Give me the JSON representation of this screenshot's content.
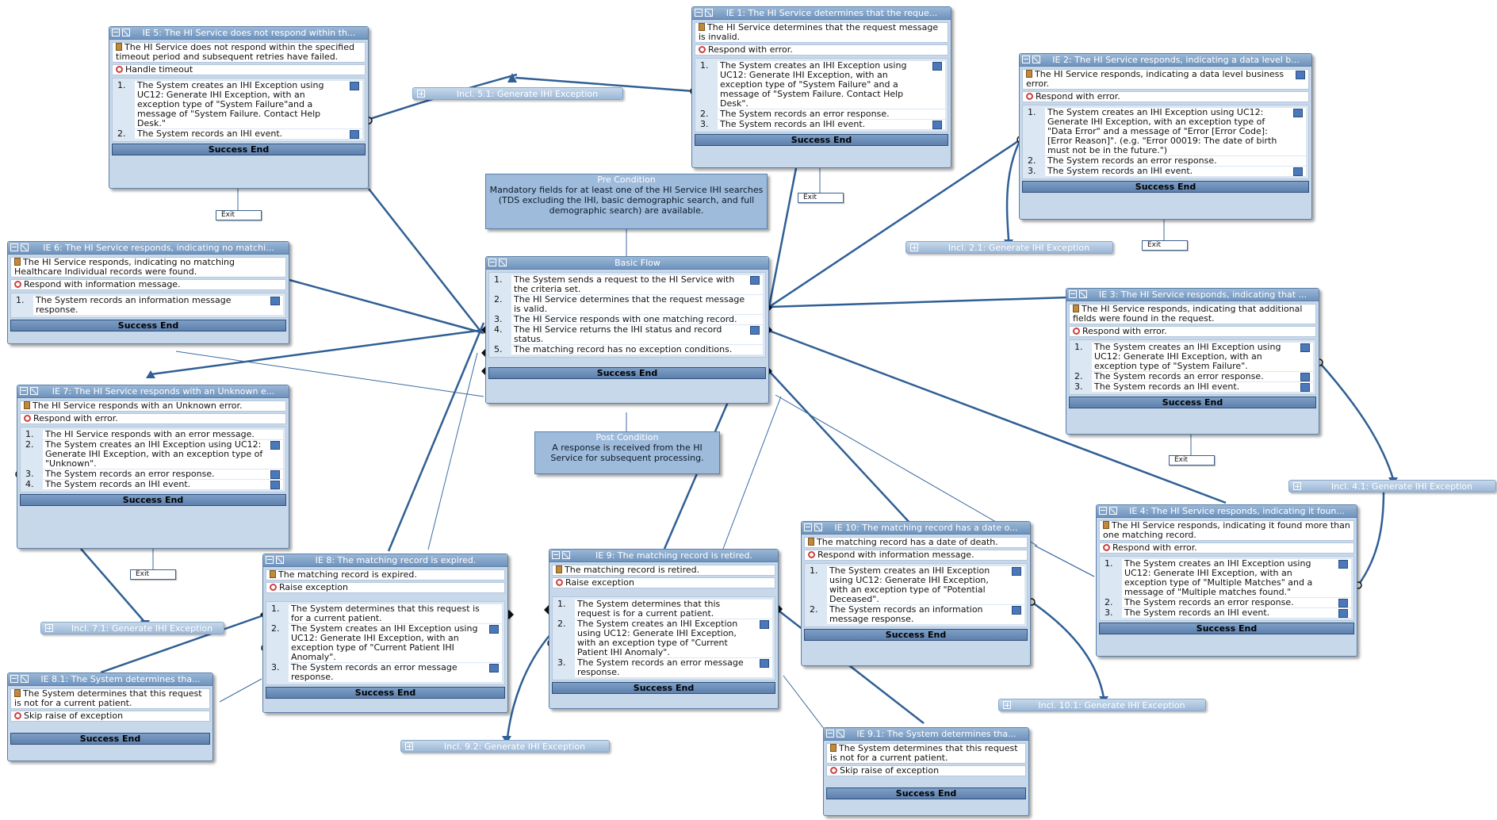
{
  "colors": {
    "frame": "#5b7fa8",
    "panel": "#c7d8eb",
    "title_bar": "#7a9cc4",
    "link": "#2f5f95"
  },
  "common": {
    "success_end": "Success End",
    "exit": "Exit"
  },
  "pre_condition": {
    "title": "Pre Condition",
    "text": "Mandatory fields for at least one of the HI Service IHI searches (TDS excluding the IHI, basic demographic search, and full demographic search) are available."
  },
  "basic_flow": {
    "title": "Basic Flow",
    "steps": [
      {
        "num": "1.",
        "text": "The System sends a request to the HI Service with the criteria set."
      },
      {
        "num": "2.",
        "text": "The HI Service determines that the request message is valid."
      },
      {
        "num": "3.",
        "text": "The HI Service responds with one matching record."
      },
      {
        "num": "4.",
        "text": "The HI Service returns the IHI status and record status."
      },
      {
        "num": "5.",
        "text": "The matching record has no exception conditions."
      }
    ]
  },
  "post_condition": {
    "title": "Post Condition",
    "text": "A response is received from the HI Service for subsequent processing."
  },
  "ie1": {
    "title": "IE 1: The HI Service determines that the reque...",
    "trigger": "The HI Service determines that the request message is invalid.",
    "response": "Respond with error.",
    "steps": [
      {
        "num": "1.",
        "text": "The System creates an IHI Exception using UC12: Generate IHI Exception, with an exception type of \"System Failure\" and a message of \"System Failure.  Contact Help Desk\"."
      },
      {
        "num": "2.",
        "text": "The System records an error response."
      },
      {
        "num": "3.",
        "text": "The System records an IHI event."
      }
    ]
  },
  "ie2": {
    "title": "IE 2: The HI Service responds, indicating a data level b...",
    "trigger": "The HI Service responds, indicating a data level business error.",
    "response": "Respond with error.",
    "steps": [
      {
        "num": "1.",
        "text": "The System creates an IHI Exception using UC12: Generate IHI Exception, with an exception type of \"Data Error\" and a message of \"Error [Error Code]: [Error Reason]\". (e.g. \"Error 00019: The date of birth must not be in the future.\")"
      },
      {
        "num": "2.",
        "text": "The System records an error response."
      },
      {
        "num": "3.",
        "text": "The System records an IHI event."
      }
    ]
  },
  "ie3": {
    "title": "IE 3: The HI Service responds, indicating that ...",
    "trigger": "The HI Service responds, indicating that additional fields were found in the request.",
    "response": "Respond with error.",
    "steps": [
      {
        "num": "1.",
        "text": "The System creates an IHI Exception using UC12: Generate IHI Exception, with an exception type of \"System Failure\"."
      },
      {
        "num": "2.",
        "text": "The System records an error response."
      },
      {
        "num": "3.",
        "text": "The System records an IHI event."
      }
    ]
  },
  "ie4": {
    "title": "IE 4: The HI Service responds, indicating it foun...",
    "trigger": "The HI Service responds, indicating it found more than one matching record.",
    "response": "Respond with error.",
    "steps": [
      {
        "num": "1.",
        "text": "The System creates an IHI Exception using UC12: Generate IHI Exception, with an exception type of \"Multiple Matches\" and a message of \"Multiple matches found.\""
      },
      {
        "num": "2.",
        "text": "The System records an error response."
      },
      {
        "num": "3.",
        "text": "The System records an IHI event."
      }
    ]
  },
  "ie5": {
    "title": "IE 5: The HI Service does not respond within th...",
    "trigger": "The HI Service does not respond within the specified timeout period and subsequent retries have failed.",
    "response": "Handle timeout",
    "steps": [
      {
        "num": "1.",
        "text": "The System creates an IHI Exception  using UC12: Generate IHI Exception, with an exception type of \"System Failure\"and a message of \"System Failure.  Contact Help Desk.\""
      },
      {
        "num": "2.",
        "text": "The System records an IHI event."
      }
    ]
  },
  "ie6": {
    "title": "IE 6: The HI Service responds, indicating no matchi...",
    "trigger": "The HI Service responds, indicating no matching Healthcare Individual records were found.",
    "response": "Respond with information message.",
    "steps": [
      {
        "num": "1.",
        "text": "The System records an information message response."
      }
    ]
  },
  "ie7": {
    "title": "IE 7: The HI Service responds with an Unknown e...",
    "trigger": "The HI Service responds with an Unknown error.",
    "response": "Respond with error.",
    "steps": [
      {
        "num": "1.",
        "text": "The HI Service responds with an error message."
      },
      {
        "num": "2.",
        "text": "The System creates an IHI Exception  using UC12: Generate IHI Exception, with an exception type of \"Unknown\"."
      },
      {
        "num": "3.",
        "text": "The System records an error response."
      },
      {
        "num": "4.",
        "text": "The System records an IHI event."
      }
    ]
  },
  "ie8": {
    "title": "IE 8: The matching record is expired.",
    "trigger": "The matching record is expired.",
    "response": "Raise exception",
    "steps": [
      {
        "num": "1.",
        "text": "The System determines that this request is for a current patient."
      },
      {
        "num": "2.",
        "text": "The System creates an IHI Exception using UC12: Generate IHI Exception, with an exception type of \"Current Patient IHI Anomaly\"."
      },
      {
        "num": "3.",
        "text": "The System records an error message response."
      }
    ]
  },
  "ie8_1": {
    "title": "IE 8.1: The System determines tha...",
    "trigger": "The System determines that this request is not for a current patient.",
    "response": "Skip raise of exception"
  },
  "ie9": {
    "title": "IE 9: The matching record is retired.",
    "trigger": "The matching record is retired.",
    "response": "Raise exception",
    "steps": [
      {
        "num": "1.",
        "text": "The System determines that this request is for a current patient."
      },
      {
        "num": "2.",
        "text": "The System creates an IHI Exception using UC12: Generate IHI Exception, with an exception type of \"Current Patient IHI Anomaly\"."
      },
      {
        "num": "3.",
        "text": "The System records an error message response."
      }
    ]
  },
  "ie9_1": {
    "title": "IE 9.1: The System determines tha...",
    "trigger": "The System determines that this request is not for a current patient.",
    "response": "Skip raise of exception"
  },
  "ie10": {
    "title": "IE 10: The matching record has a date o...",
    "trigger": "The matching record has a date of death.",
    "response": "Respond with information message.",
    "steps": [
      {
        "num": "1.",
        "text": "The System creates an IHI Exception using UC12: Generate IHI Exception, with an exception type of \"Potential Deceased\"."
      },
      {
        "num": "2.",
        "text": "The System records an information message response."
      }
    ]
  },
  "includes": {
    "i5_1": "Incl. 5.1: Generate IHI Exception",
    "i2_1": "Incl. 2.1: Generate IHI Exception",
    "i4_1": "Incl. 4.1: Generate IHI Exception",
    "i7_1": "Incl. 7.1: Generate IHI Exception",
    "i9_2": "Incl. 9.2: Generate IHI Exception",
    "i10_1": "Incl. 10.1: Generate IHI Exception"
  }
}
